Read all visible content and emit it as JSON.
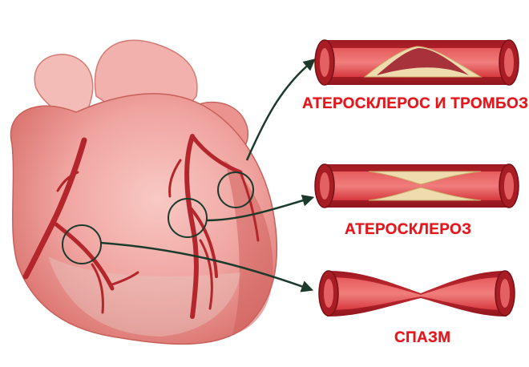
{
  "labels": {
    "thrombosis": "АТЕРОСКЛЕРОС И ТРОМБОЗ",
    "atherosclerosis": "АТЕРОСКЛЕРОЗ",
    "spasm": "СПАЗМ"
  },
  "colors": {
    "label_text": "#e8141b",
    "heart_main": "#f0a4a0",
    "heart_shadow": "#d9706c",
    "artery": "#b3262b",
    "vessel_wall": "#c0222a",
    "vessel_lumen": "#e24a4e",
    "plaque": "#efdcae",
    "clot": "#a8323c",
    "arrow": "#1b3a2c"
  },
  "icons": {
    "heart": "heart-illustration",
    "vessel_thrombosis": "vessel-with-plaque-and-clot",
    "vessel_atherosclerosis": "vessel-with-plaque",
    "vessel_spasm": "constricted-vessel"
  }
}
